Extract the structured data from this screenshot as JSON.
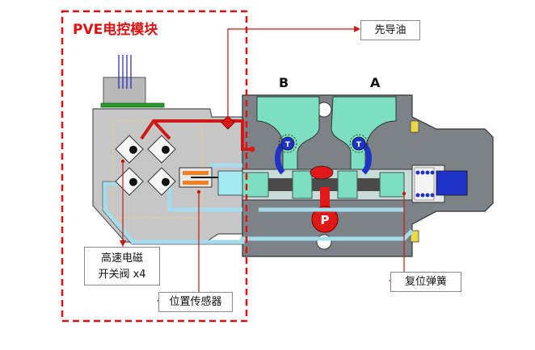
{
  "title": "PVE电控模块",
  "callouts": {
    "pilot_oil": "先导油",
    "solenoid_valve_line1": "高速电磁",
    "solenoid_valve_line2": "开关阀 x4",
    "position_sensor": "位置传感器",
    "return_spring": "复位弹簧"
  },
  "ports": {
    "b": "B",
    "a": "A",
    "p": "P",
    "t_left": "T",
    "t_right": "T"
  },
  "colors": {
    "dashed_border": "#e01010",
    "leader_line": "#c81818",
    "housing": "#c9c9c9",
    "valve_body": "#7d8489",
    "oil_green": "#7ce0c0",
    "pilot_blue": "#2030c8",
    "pressure_red": "#e01818",
    "sensor_orange": "#f08020"
  }
}
